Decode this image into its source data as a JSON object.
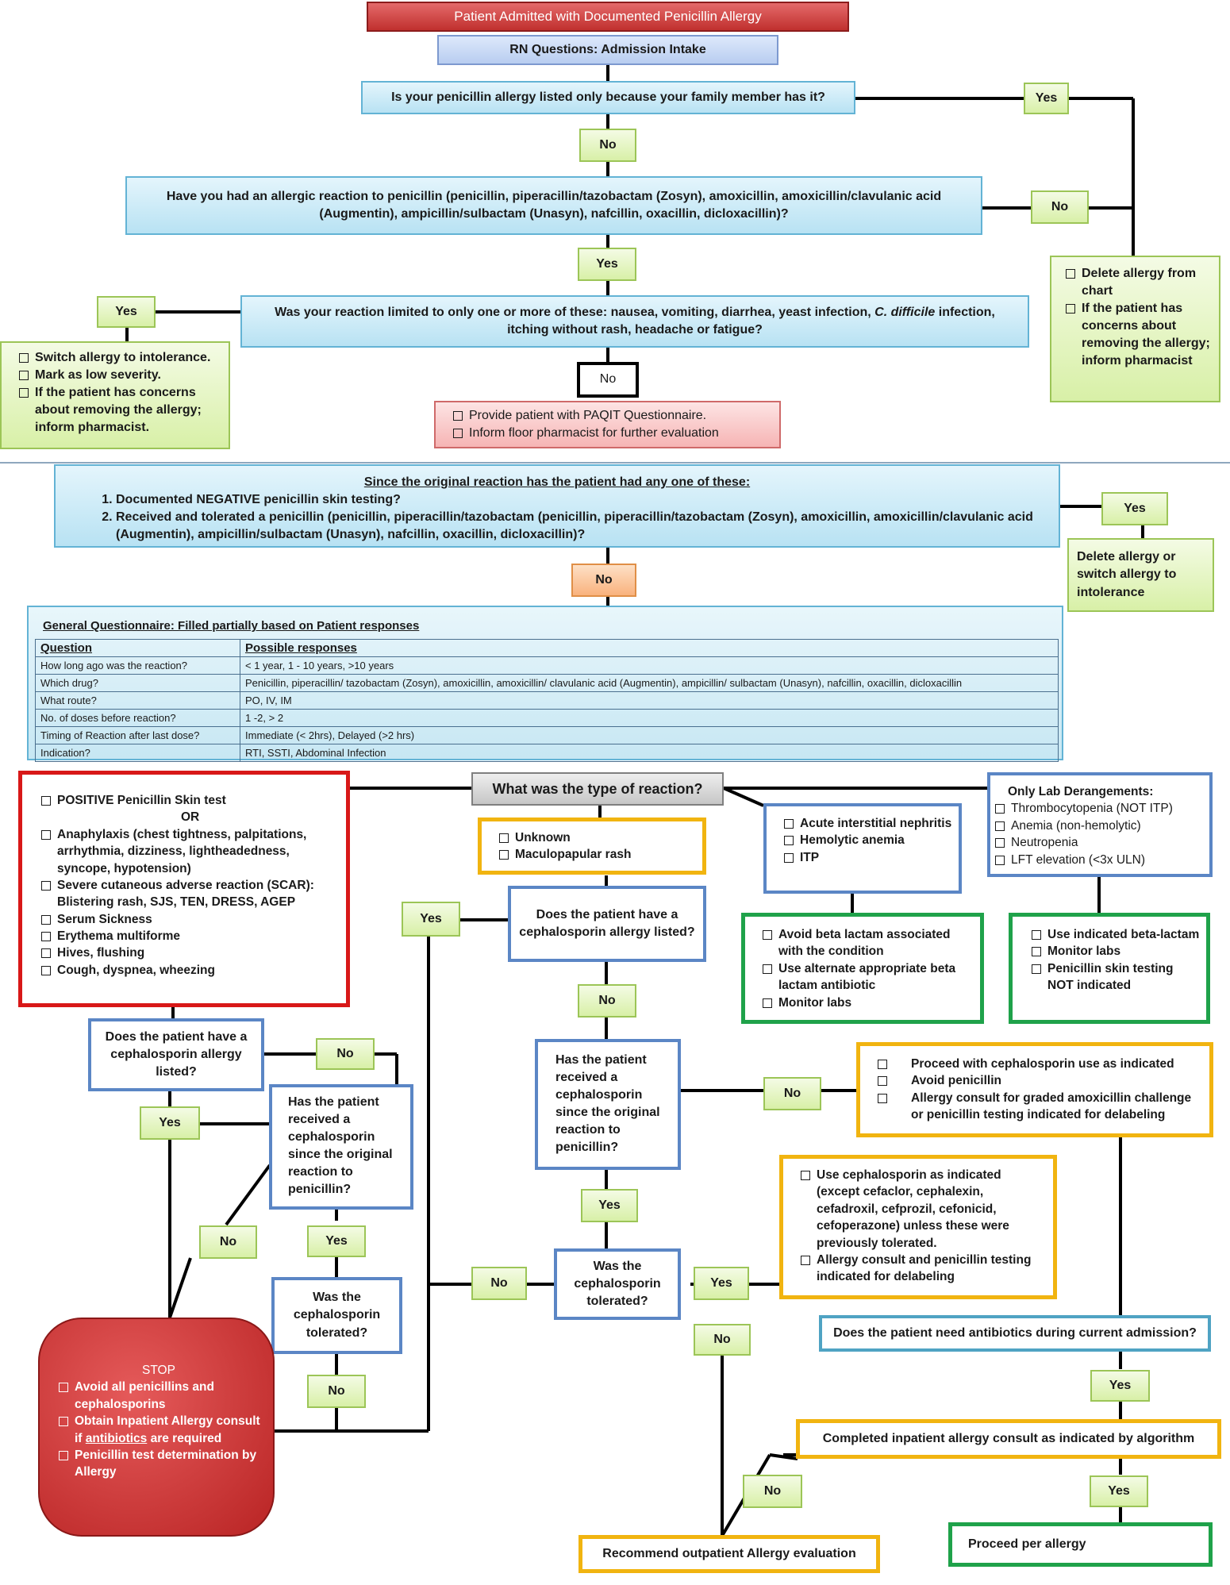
{
  "title": "Patient Admitted with Documented Penicillin Allergy",
  "rn_questions": "RN Questions: Admission Intake",
  "q_family": "Is your penicillin allergy listed only because your family member has it?",
  "q_reaction": "Have you had an allergic reaction to penicillin (penicillin, piperacillin/tazobactam (Zosyn), amoxicillin, amoxicillin/clavulanic acid (Augmentin), ampicillin/sulbactam (Unasyn), nafcillin, oxacillin, dicloxacillin)?",
  "q_limited_pre": "Was your reaction limited to only one or more of these: nausea, vomiting, diarrhea, yeast infection, ",
  "q_limited_em": "C. difficile",
  "q_limited_post": " infection, itching without rash, headache or fatigue?",
  "switch_box": [
    "Switch allergy to intolerance.",
    "Mark as low severity.",
    "If the patient has concerns about removing the allergy; inform pharmacist."
  ],
  "delete_box": [
    "Delete allergy from chart",
    "If the patient has concerns about removing the allergy; inform pharmacist"
  ],
  "paqit_box": [
    "Provide patient with PAQIT Questionnaire.",
    "Inform floor pharmacist for further evaluation"
  ],
  "since_title": "Since the original reaction has the patient had any one of these:",
  "since_items": [
    "Documented NEGATIVE penicillin skin testing?",
    "Received and tolerated a penicillin (penicillin, piperacillin/tazobactam (penicillin, piperacillin/tazobactam (Zosyn), amoxicillin, amoxicillin/clavulanic acid (Augmentin), ampicillin/sulbactam (Unasyn), nafcillin, oxacillin, dicloxacillin)?"
  ],
  "delete_switch": "Delete allergy or switch allergy to intolerance",
  "questionnaire": {
    "title": "General Questionnaire: Filled partially based on Patient responses",
    "headers": [
      "Question",
      "Possible responses"
    ],
    "rows": [
      [
        "How long ago was the reaction?",
        "< 1 year, 1 - 10 years, >10 years"
      ],
      [
        "Which drug?",
        "Penicillin, piperacillin/ tazobactam (Zosyn), amoxicillin, amoxicillin/ clavulanic acid (Augmentin),  ampicillin/ sulbactam (Unasyn), nafcillin, oxacillin, dicloxacillin"
      ],
      [
        "What route?",
        "PO, IV, IM"
      ],
      [
        "No. of doses before reaction?",
        "1 -2, > 2"
      ],
      [
        "Timing of Reaction after last dose?",
        "Immediate (< 2hrs), Delayed (>2 hrs)"
      ],
      [
        "Indication?",
        "RTI, SSTI, Abdominal Infection"
      ]
    ]
  },
  "type_reaction": "What was the type of reaction?",
  "severe_box": [
    "POSITIVE Penicillin Skin test",
    "Anaphylaxis (chest tightness, palpitations, arrhythmia, dizziness, lightheadedness, syncope, hypotension)",
    "Severe cutaneous adverse reaction (SCAR): Blistering rash, SJS, TEN, DRESS, AGEP",
    "Serum Sickness",
    "Erythema multiforme",
    "Hives, flushing",
    "Cough, dyspnea, wheezing"
  ],
  "or_text": "OR",
  "unknown_box": [
    "Unknown",
    "Maculopapular rash"
  ],
  "organ_box": [
    "Acute interstitial nephritis",
    "Hemolytic anemia",
    "ITP"
  ],
  "lab_title": "Only Lab Derangements:",
  "lab_box": [
    "Thrombocytopenia (NOT ITP)",
    "Anemia (non-hemolytic)",
    "Neutropenia",
    "LFT elevation (<3x ULN)"
  ],
  "avoid_box": [
    "Avoid beta lactam associated with the condition",
    "Use alternate appropriate beta lactam antibiotic",
    "Monitor labs"
  ],
  "use_box": [
    "Use indicated beta-lactam",
    "Monitor labs",
    "Penicillin skin testing NOT indicated"
  ],
  "ceph_listed_mid": "Does the patient have a cephalosporin allergy listed?",
  "ceph_listed_left": "Does the patient have a cephalosporin allergy listed?",
  "received_mid": "Has the patient received a cephalosporin since the original reaction to penicillin?",
  "received_left": "Has the patient received a cephalosporin since the original reaction to penicillin?",
  "proceed_box": [
    "Proceed with cephalosporin use as indicated",
    "Avoid penicillin",
    "Allergy consult for graded amoxicillin challenge or penicillin testing indicated for delabeling"
  ],
  "use_ceph_box": [
    "Use cephalosporin as indicated (except cefaclor, cephalexin, cefadroxil, cefprozil, cefonicid, cefoperazone) unless these were previously tolerated.",
    "Allergy consult and penicillin testing indicated for delabeling"
  ],
  "tolerated_mid": "Was the cephalosporin tolerated?",
  "tolerated_left": "Was the cephalosporin tolerated?",
  "need_antibiotics": "Does the patient need antibiotics during current admission?",
  "completed_consult": "Completed inpatient allergy consult as indicated by algorithm",
  "recommend": "Recommend outpatient Allergy evaluation",
  "proceed_allergy": "Proceed per allergy",
  "stop_title": "STOP",
  "stop_items": [
    "Avoid all penicillins and cephalosporins",
    "Penicillin test determination by Allergy"
  ],
  "stop_consult_pre": "Obtain Inpatient Allergy consult if ",
  "stop_consult_link": "antibiotics",
  "stop_consult_post": " are required",
  "lbl_yes": "Yes",
  "lbl_no": "No"
}
